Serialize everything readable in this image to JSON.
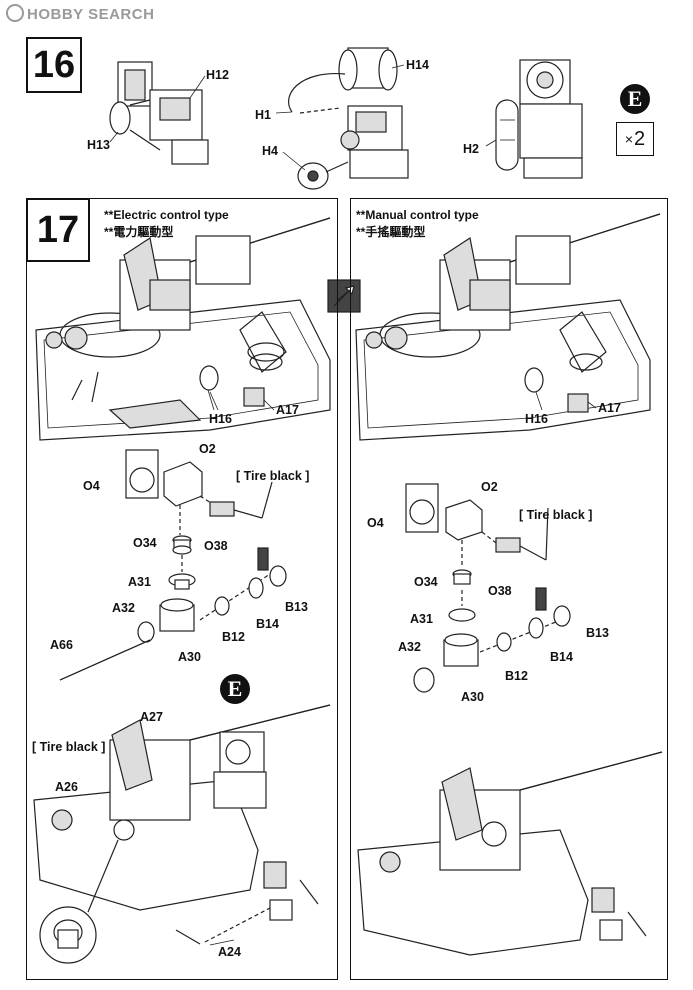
{
  "watermark": {
    "text": "HOBBY SEARCH"
  },
  "step16": {
    "number": "16",
    "labels": {
      "h12": "H12",
      "h13": "H13",
      "h14": "H14",
      "h1": "H1",
      "h4": "H4",
      "h2": "H2"
    },
    "badge": "E",
    "quantity": "2"
  },
  "step17": {
    "number": "17",
    "electric": {
      "title_en": "**Electric control type",
      "title_jp": "**電力驅動型",
      "labels": {
        "h16": "H16",
        "a17": "A17",
        "o2": "O2",
        "o4": "O4",
        "tire": "[ Tire black ]",
        "o34": "O34",
        "o38": "O38",
        "a31": "A31",
        "a32": "A32",
        "b13": "B13",
        "b14": "B14",
        "b12": "B12",
        "a30": "A30",
        "a66": "A66"
      }
    },
    "manual": {
      "title_en": "**Manual control type",
      "title_jp": "**手搖驅動型",
      "labels": {
        "h16": "H16",
        "a17": "A17",
        "o2": "O2",
        "o4": "O4",
        "tire": "[ Tire black ]",
        "o34": "O34",
        "o38": "O38",
        "a31": "A31",
        "a32": "A32",
        "b13": "B13",
        "b14": "B14",
        "b12": "B12",
        "a30": "A30"
      }
    },
    "bottom": {
      "badge": "E",
      "labels": {
        "a27": "A27",
        "tire": "[ Tire black ]",
        "a26": "A26",
        "a24": "A24"
      }
    }
  }
}
